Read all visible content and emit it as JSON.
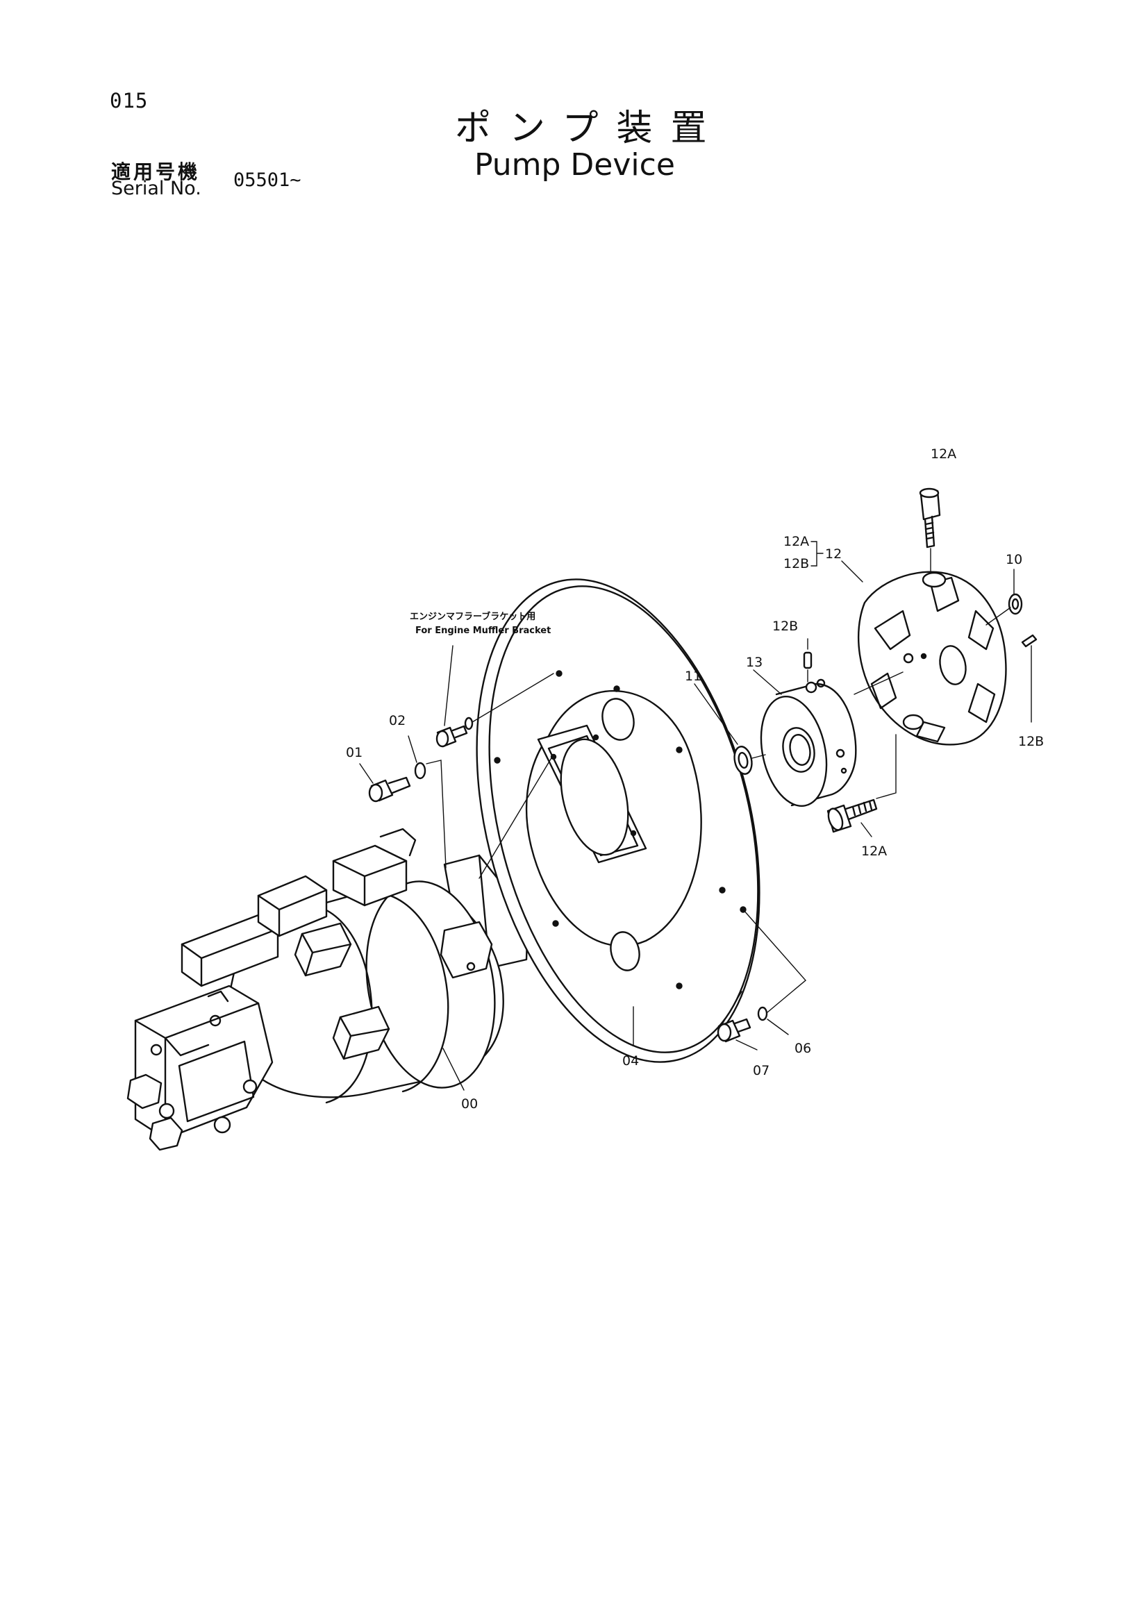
{
  "header": {
    "page_number": "015",
    "title_jp": "ポンプ装置",
    "title_en": "Pump Device",
    "serial_label_jp": "適用号機",
    "serial_label_en": "Serial No.",
    "serial_value": "05501~"
  },
  "diagram": {
    "note_jp": "エンジンマフラーブラケット用",
    "note_en": "For Engine Muffler Bracket",
    "labels": {
      "p00": "00",
      "p01": "01",
      "p02": "02",
      "p04": "04",
      "p06": "06",
      "p07": "07",
      "p10": "10",
      "p11": "11",
      "p12": "12",
      "p12a_top": "12A",
      "p12a_group": "12A",
      "p12b_group": "12B",
      "p12a_bottom": "12A",
      "p12b_pin": "12B",
      "p12b_right": "12B",
      "p13": "13"
    }
  }
}
